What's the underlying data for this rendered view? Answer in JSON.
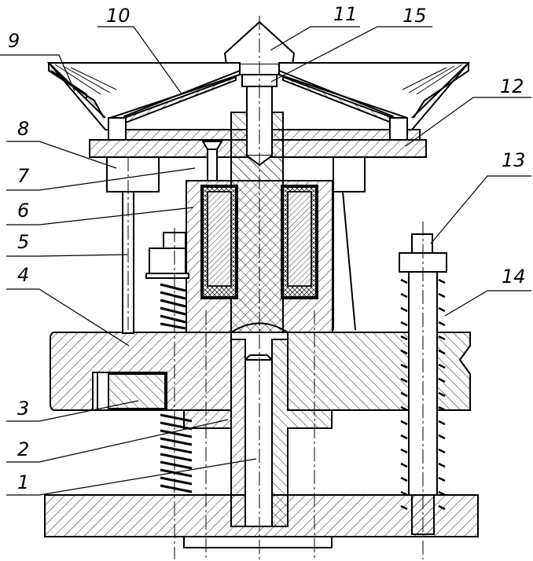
{
  "labels": {
    "l1": "1",
    "l2": "2",
    "l3": "3",
    "l4": "4",
    "l5": "5",
    "l6": "6",
    "l7": "7",
    "l8": "8",
    "l9": "9",
    "l10": "10",
    "l11": "11",
    "l12": "12",
    "l13": "13",
    "l14": "14",
    "l15": "15"
  },
  "colors": {
    "ink": "#000000",
    "paper": "#ffffff"
  }
}
